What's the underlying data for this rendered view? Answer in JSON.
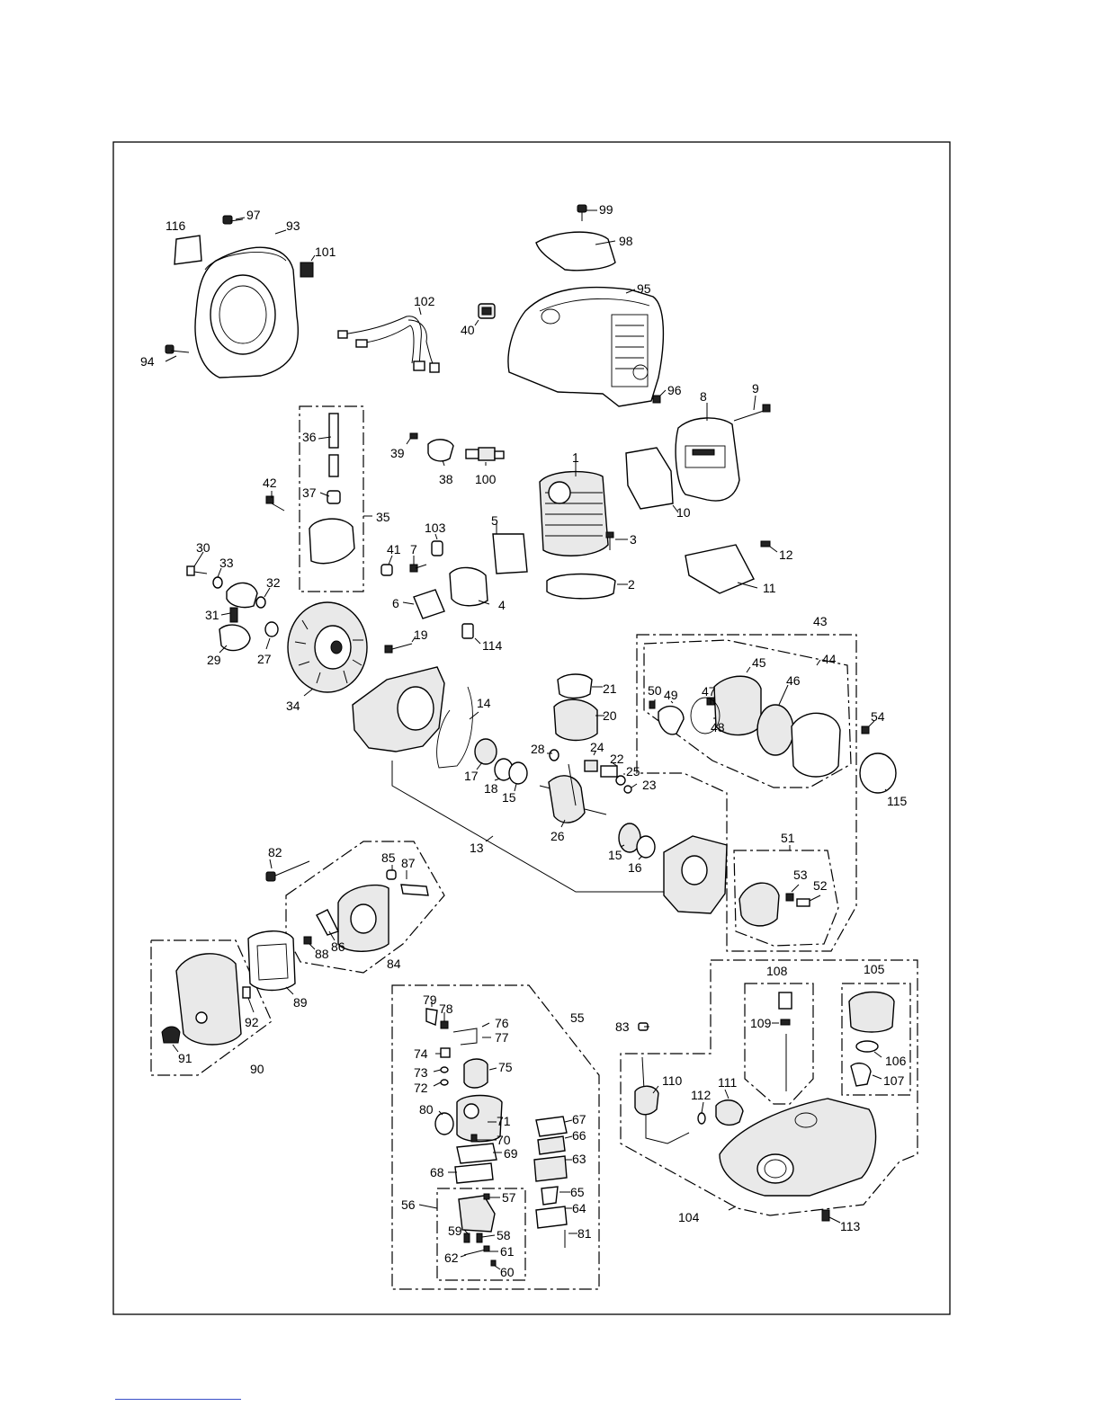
{
  "labels": {
    "l116": "116",
    "l97": "97",
    "l93": "93",
    "l101": "101",
    "l94": "94",
    "l102": "102",
    "l40": "40",
    "l99": "99",
    "l98": "98",
    "l95": "95",
    "l96": "96",
    "l8": "8",
    "l9": "9",
    "l36": "36",
    "l39": "39",
    "l38": "38",
    "l100": "100",
    "l1": "1",
    "l10": "10",
    "l42": "42",
    "l37": "37",
    "l35": "35",
    "l5": "5",
    "l3": "3",
    "l12": "12",
    "l103": "103",
    "l41": "41",
    "l7": "7",
    "l30": "30",
    "l33": "33",
    "l32": "32",
    "l31": "31",
    "l6": "6",
    "l4": "4",
    "l2": "2",
    "l11": "11",
    "l29": "29",
    "l27": "27",
    "l19": "19",
    "l114": "114",
    "l43": "43",
    "l47": "47",
    "l45": "45",
    "l44": "44",
    "l46": "46",
    "l50": "50",
    "l49": "49",
    "l48": "48",
    "l34": "34",
    "l14": "14",
    "l21": "21",
    "l20": "20",
    "l54": "54",
    "l28": "28",
    "l24": "24",
    "l22": "22",
    "l25": "25",
    "l23": "23",
    "l17": "17",
    "l18": "18",
    "l15a": "15",
    "l115": "115",
    "l26": "26",
    "l13": "13",
    "l15b": "15",
    "l16": "16",
    "l51": "51",
    "l82": "82",
    "l85": "85",
    "l87": "87",
    "l53": "53",
    "l52": "52",
    "l86": "86",
    "l88": "88",
    "l84": "84",
    "l89": "89",
    "l92": "92",
    "l91": "91",
    "l90": "90",
    "l108": "108",
    "l105": "105",
    "l79": "79",
    "l78": "78",
    "l76": "76",
    "l77": "77",
    "l55": "55",
    "l83": "83",
    "l109": "109",
    "l74": "74",
    "l75": "75",
    "l73": "73",
    "l72": "72",
    "l106": "106",
    "l107": "107",
    "l110": "110",
    "l111": "111",
    "l112": "112",
    "l80": "80",
    "l71": "71",
    "l67": "67",
    "l66": "66",
    "l70": "70",
    "l69": "69",
    "l63": "63",
    "l68": "68",
    "l65": "65",
    "l56": "56",
    "l57": "57",
    "l64": "64",
    "l59": "59",
    "l58": "58",
    "l104": "104",
    "l113": "113",
    "l81": "81",
    "l62": "62",
    "l61": "61",
    "l60": "60"
  }
}
